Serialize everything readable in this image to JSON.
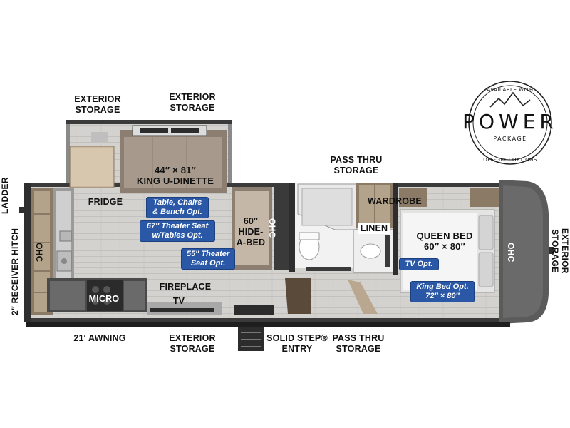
{
  "labels": {
    "exterior_storage_top_left": [
      "EXTERIOR",
      "STORAGE"
    ],
    "exterior_storage_top_mid": [
      "EXTERIOR",
      "STORAGE"
    ],
    "pass_thru_storage_top": [
      "PASS THRU",
      "STORAGE"
    ],
    "exterior_storage_right": [
      "EXTERIOR",
      "STORAGE"
    ],
    "dinette": [
      "44″ × 81″",
      "KING U-DINETTE"
    ],
    "fridge": "FRIDGE",
    "hide_a_bed": [
      "60″",
      "HIDE-",
      "A-BED"
    ],
    "ohc_mid": "OHC",
    "ohc_left": "OHC",
    "ohc_right": "OHC",
    "wardrobe": "WARDROBE",
    "linen": "LINEN",
    "queen_bed": [
      "QUEEN BED",
      "60″ × 80″"
    ],
    "fireplace": "FIREPLACE",
    "tv": "TV",
    "micro": "MICRO",
    "ladder": "LADDER",
    "receiver_hitch": "2″ RECEIVER HITCH",
    "awning": "21′ AWNING",
    "exterior_storage_bottom": [
      "EXTERIOR",
      "STORAGE"
    ],
    "entry": [
      "SOLID STEP®",
      "ENTRY"
    ],
    "pass_thru_storage_bottom": [
      "PASS THRU",
      "STORAGE"
    ]
  },
  "options": {
    "table_chairs": [
      "Table, Chairs",
      "& Bench Opt."
    ],
    "theater_67": [
      "67″ Theater Seat",
      "w/Tables Opt."
    ],
    "theater_55": [
      "55″ Theater",
      "Seat Opt."
    ],
    "tv_opt": "TV Opt.",
    "king_bed": [
      "King Bed Opt.",
      "72″ × 80″"
    ]
  },
  "logo": {
    "top_text": "AVAILABLE WITH",
    "word": "POWER",
    "sub": "PACKAGE",
    "bottom_text": "OFF-GRID OPTIONS"
  },
  "colors": {
    "option_badge": "#2a58a6",
    "floor": "#cfcfcb",
    "wall": "#3a3a3a",
    "cabinet": "#c7b59c",
    "cap": "#5a5a5a"
  }
}
